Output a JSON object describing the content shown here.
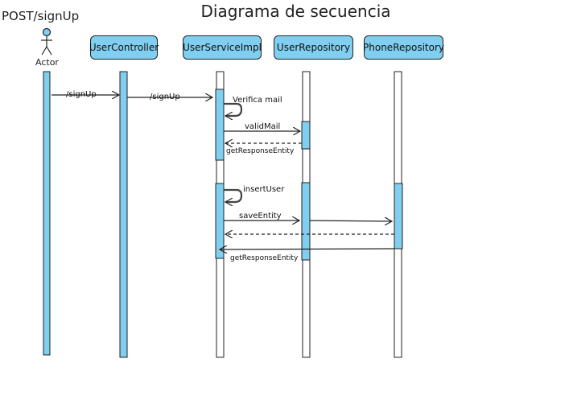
{
  "title": "Diagrama de secuencia",
  "frame_label": "POST/signUp",
  "actor": {
    "label": "Actor"
  },
  "participants": [
    {
      "name": "UserController"
    },
    {
      "name": "UserServiceImpl"
    },
    {
      "name": "UserRepository"
    },
    {
      "name": "PhoneRepository"
    }
  ],
  "messages": {
    "m1": "/signUp",
    "m2": "/signUp",
    "m3": "Verifica mail",
    "m4": "validMail",
    "m5": "getResponseEntity",
    "m6": "insertUser",
    "m7": "saveEntity",
    "m8": "getResponseEntity"
  },
  "colors": {
    "activation": "#80cff0",
    "line": "#222222"
  }
}
